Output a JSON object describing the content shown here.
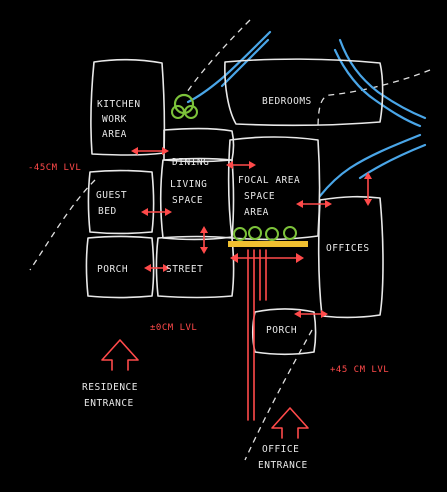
{
  "rooms": {
    "kitchen": [
      "KITCHEN",
      "WORK",
      "AREA"
    ],
    "bedrooms": [
      "BEDROOMS"
    ],
    "dining": [
      "DINING"
    ],
    "living": [
      "LIVING",
      "SPACE"
    ],
    "guest": [
      "GUEST",
      "BED"
    ],
    "focal": [
      "FOCAL AREA",
      "SPACE",
      "AREA"
    ],
    "porch_left": [
      "PORCH"
    ],
    "street": [
      "STREET"
    ],
    "offices": [
      "OFFICES"
    ],
    "porch_right": [
      "PORCH"
    ]
  },
  "levels": {
    "left": "-45CM LVL",
    "center": "±0CM LVL",
    "right": "+45 CM LVL"
  },
  "entrances": {
    "residence": [
      "RESIDENCE",
      "ENTRANCE"
    ],
    "office": [
      "OFFICE",
      "ENTRANCE"
    ]
  },
  "colors": {
    "line": "#e9e9e9",
    "water": "#4aa6e8",
    "circulation": "#ff4a4a",
    "tree": "#7cc23a",
    "focal_band": "#f0c030"
  },
  "icons": [
    "tree-icon",
    "plant-cluster-icon"
  ]
}
